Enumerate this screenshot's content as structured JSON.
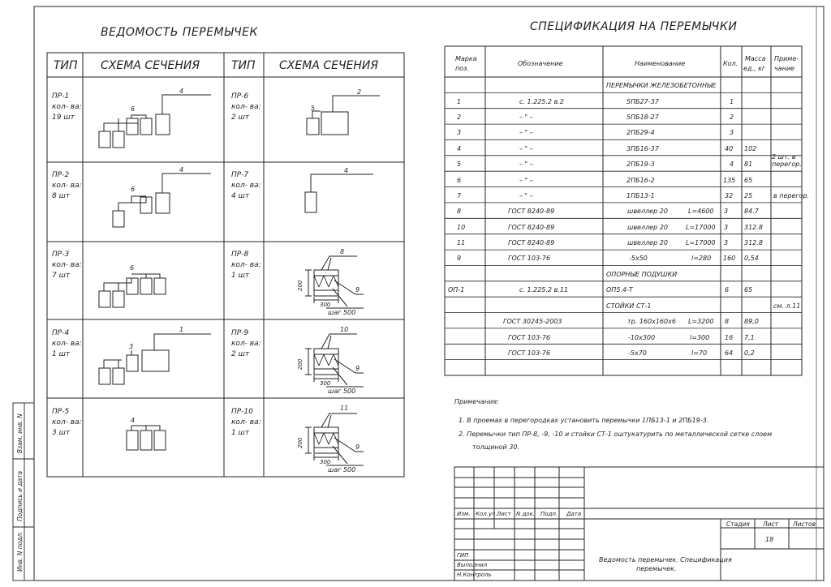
{
  "vedomost": {
    "title": "ВЕДОМОСТЬ ПЕРЕМЫЧЕК",
    "headers": [
      "ТИП",
      "СХЕМА СЕЧЕНИЯ",
      "ТИП",
      "СХЕМА СЕЧЕНИЯ"
    ],
    "rows": [
      {
        "left": {
          "type": "ПР-1",
          "count_label": "кол- ва:",
          "count": "19  шт",
          "labels": [
            "4",
            "6"
          ]
        },
        "right": {
          "type": "ПР-6",
          "count_label": "кол- ва:",
          "count": "2  шт",
          "labels": [
            "2",
            "5"
          ]
        }
      },
      {
        "left": {
          "type": "ПР-2",
          "count_label": "кол- ва:",
          "count": "8  шт",
          "labels": [
            "4",
            "6"
          ]
        },
        "right": {
          "type": "ПР-7",
          "count_label": "кол- ва:",
          "count": "4  шт",
          "labels": [
            "4"
          ]
        }
      },
      {
        "left": {
          "type": "ПР-3",
          "count_label": "кол- ва:",
          "count": "7  шт",
          "labels": [
            "6"
          ]
        },
        "right": {
          "type": "ПР-8",
          "count_label": "кол- ва:",
          "count": "1  шт",
          "labels": [
            "8",
            "200",
            "300",
            "9",
            "шаг 500"
          ]
        }
      },
      {
        "left": {
          "type": "ПР-4",
          "count_label": "кол- ва:",
          "count": "1  шт",
          "labels": [
            "1",
            "3"
          ]
        },
        "right": {
          "type": "ПР-9",
          "count_label": "кол- ва:",
          "count": "2  шт",
          "labels": [
            "10",
            "200",
            "300",
            "9",
            "шаг 500"
          ]
        }
      },
      {
        "left": {
          "type": "ПР-5",
          "count_label": "кол- ва:",
          "count": "3  шт",
          "labels": [
            "4"
          ]
        },
        "right": {
          "type": "ПР-10",
          "count_label": "кол- ва:",
          "count": "1  шт",
          "labels": [
            "11",
            "200",
            "300",
            "9",
            "шаг 500"
          ]
        }
      }
    ]
  },
  "spec": {
    "title": "СПЕЦИФИКАЦИЯ НА ПЕРЕМЫЧКИ",
    "headers": {
      "marka": [
        "Марка",
        "поз."
      ],
      "oboznachenie": "Обозначение",
      "naimenovanie": "Наименование",
      "kol": "Кол.",
      "massa": [
        "Масса",
        "ед., кг"
      ],
      "primechanie": [
        "Приме-",
        "чание"
      ]
    },
    "rows": [
      {
        "section": "ПЕРЕМЫЧКИ ЖЕЛЕЗОБЕТОННЫЕ"
      },
      {
        "pos": "1",
        "obozn": "с. 1.225.2  в.2",
        "name": "5ПБ27-37",
        "kol": "1",
        "mass": "",
        "note": ""
      },
      {
        "pos": "2",
        "obozn": "– \" –",
        "name": "5ПБ18-27",
        "kol": "2",
        "mass": "",
        "note": ""
      },
      {
        "pos": "3",
        "obozn": "– \" –",
        "name": "2ПБ29-4",
        "kol": "3",
        "mass": "",
        "note": ""
      },
      {
        "pos": "4",
        "obozn": "– \" –",
        "name": "3ПБ16-37",
        "kol": "40",
        "mass": "102",
        "note": ""
      },
      {
        "pos": "5",
        "obozn": "– \" –",
        "name": "2ПБ19-3",
        "kol": "4",
        "mass": "81",
        "note": "2  шт. в перегор."
      },
      {
        "pos": "6",
        "obozn": "– \" –",
        "name": "2ПБ16-2",
        "kol": "135",
        "mass": "65",
        "note": ""
      },
      {
        "pos": "7",
        "obozn": "– \" –",
        "name": "1ПБ13-1",
        "kol": "32",
        "mass": "25",
        "note": "в перегор."
      },
      {
        "pos": "8",
        "obozn": "ГОСТ 8240-89",
        "name": "швеллер 20",
        "len": "L=4600",
        "kol": "3",
        "mass": "84.7",
        "note": ""
      },
      {
        "pos": "10",
        "obozn": "ГОСТ 8240-89",
        "name": "швеллер 20",
        "len": "L=17000",
        "kol": "3",
        "mass": "312.8",
        "note": ""
      },
      {
        "pos": "11",
        "obozn": "ГОСТ 8240-89",
        "name": "швеллер 20",
        "len": "L=17000",
        "kol": "3",
        "mass": "312.8",
        "note": ""
      },
      {
        "pos": "9",
        "obozn": "ГОСТ 103-76",
        "name": "-5х50",
        "len": "l=280",
        "kol": "160",
        "mass": "0,54",
        "note": ""
      },
      {
        "section": "ОПОРНЫЕ ПОДУШКИ"
      },
      {
        "pos": "ОП-1",
        "obozn": "с. 1.225.2  в.11",
        "name": "ОП5.4-Т",
        "kol": "6",
        "mass": "65",
        "note": ""
      },
      {
        "section": "СТОЙКИ  СТ-1",
        "note": "см. л.11"
      },
      {
        "pos": "",
        "obozn": "ГОСТ 30245-2003",
        "name": "тр. 160х160х6",
        "len": "L=3200",
        "kol": "8",
        "mass": "89,0",
        "note": ""
      },
      {
        "pos": "",
        "obozn": "ГОСТ 103-76",
        "name": "-10х300",
        "len": "l=300",
        "kol": "16",
        "mass": "7,1",
        "note": ""
      },
      {
        "pos": "",
        "obozn": "ГОСТ 103-76",
        "name": "-5х70",
        "len": "l=70",
        "kol": "64",
        "mass": "0,2",
        "note": ""
      },
      {
        "pos": "",
        "obozn": "",
        "name": "",
        "kol": "",
        "mass": "",
        "note": ""
      }
    ]
  },
  "notes": {
    "heading": "Примечания:",
    "items": [
      "1.   В проемах в перегородках установить перемычки 1ПБ13-1 и 2ПБ19-3.",
      "2.   Перемычки тип ПР-8, -9, -10 и стойки СТ-1 оштукатурить по металлической сетке слоем",
      "толщиной 30."
    ]
  },
  "stamp": {
    "col_headers": [
      "Изм.",
      "Кол.уч.",
      "Лист",
      "N док.",
      "Подп.",
      "Дата"
    ],
    "roles": [
      "ГИП",
      "Выполнил",
      "Н.Контроль"
    ],
    "stage_headers": [
      "Стадия",
      "Лист",
      "Листов"
    ],
    "sheet_no": "18",
    "doc_title": [
      "Ведомость перемычек. Спецификация",
      "перемычек."
    ]
  },
  "side_stamp": [
    "Инв. N подл.",
    "Подпись и дата",
    "Взам. инв. N"
  ]
}
